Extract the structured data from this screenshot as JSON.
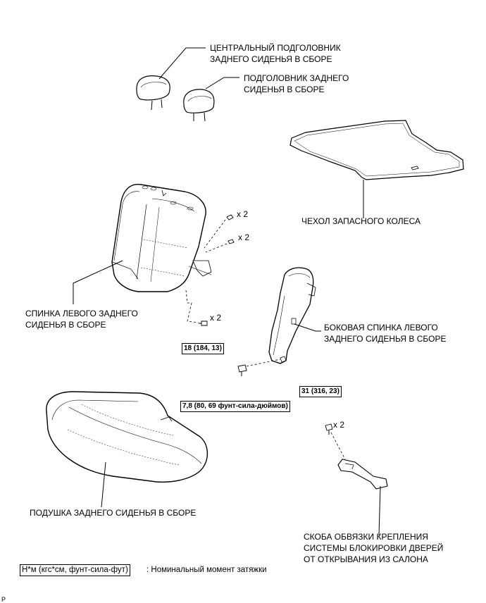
{
  "labels": {
    "center_headrest": [
      "ЦЕНТРАЛЬНЫЙ ПОДГОЛОВНИК",
      "ЗАДНЕГО СИДЕНЬЯ В СБОРЕ"
    ],
    "rear_headrest": [
      "ПОДГОЛОВНИК ЗАДНЕГО",
      "СИДЕНЬЯ В СБОРЕ"
    ],
    "spare_wheel_cover": [
      "ЧЕХОЛ ЗАПАСНОГО КОЛЕСА"
    ],
    "left_seatback": [
      "СПИНКА ЛЕВОГО ЗАДНЕГО",
      "СИДЕНЬЯ В СБОРЕ"
    ],
    "left_side_seatback": [
      "БОКОВАЯ СПИНКА ЛЕВОГО",
      "ЗАДНЕГО СИДЕНЬЯ В СБОРЕ"
    ],
    "seat_cushion": [
      "ПОДУШКА ЗАДНЕГО СИДЕНЬЯ В СБОРЕ"
    ],
    "striker_bracket": [
      "СКОБА ОБВЯЗКИ КРЕПЛЕНИЯ",
      "СИСТЕМЫ БЛОКИРОВКИ ДВЕРЕЙ",
      "ОТ ОТКРЫВАНИЯ ИЗ САЛОНА"
    ]
  },
  "torques": {
    "seatback_bolt": "18 (184, 13)",
    "side_seatback_bolt": "7,8 (80, 69 фунт-сила-дюймов)",
    "bracket_bolt": "31 (316, 23)"
  },
  "quantities": {
    "upper_clip": "x 2",
    "lower_clip": "x 2",
    "seatback_bolts": "x 2",
    "bracket_bolts": "x 2"
  },
  "legend": {
    "unit": "Н*м (кгс*см, фунт-сила-фут)",
    "description": ": Номинальный момент затяжки"
  },
  "corner_code": "P"
}
